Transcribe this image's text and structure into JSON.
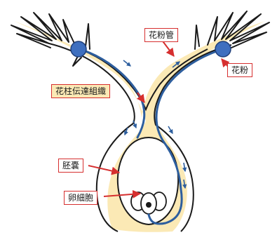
{
  "labels": {
    "pollen_tube": "花粉管",
    "pollen": "花粉",
    "pollen_transmitting_tissue": "花柱伝達組織",
    "embryo_sac": "胚嚢",
    "egg_cell": "卵細胞"
  },
  "colors": {
    "outline": "#1a1a1a",
    "tissue": "#fbe9b5",
    "pollen": "#3e6fbf",
    "tube": "#2d5e9e",
    "arrow": "#d62f2f"
  }
}
